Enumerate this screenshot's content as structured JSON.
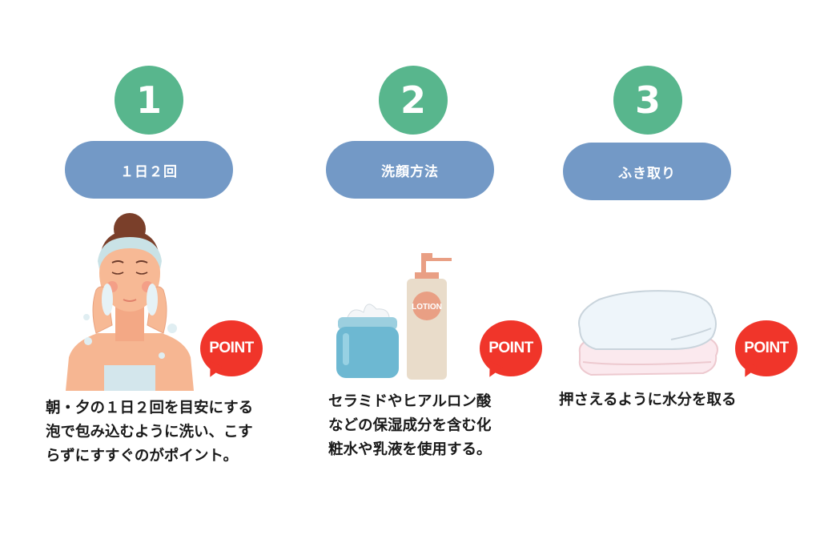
{
  "colors": {
    "step_circle": "#58b68d",
    "step_pill": "#7399c6",
    "point_bubble": "#f0352a",
    "text": "#1a1a1a"
  },
  "steps": [
    {
      "number": "1",
      "title": "１日２回",
      "illustration": "woman-washing-face",
      "point_label": "POINT",
      "description": "朝・夕の１日２回を目安にする\n泡で包み込むように洗い、こす\nらずにすすぐのがポイント。"
    },
    {
      "number": "2",
      "title": "洗顔方法",
      "illustration": "cream-jar-and-lotion-bottle",
      "bottle_label": "LOTION",
      "point_label": "POINT",
      "description": "セラミドやヒアルロン酸\nなどの保湿成分を含む化\n粧水や乳液を使用する。"
    },
    {
      "number": "3",
      "title": "ふき取り",
      "illustration": "stacked-towels",
      "point_label": "POINT",
      "description": "押さえるように水分を取る"
    }
  ]
}
